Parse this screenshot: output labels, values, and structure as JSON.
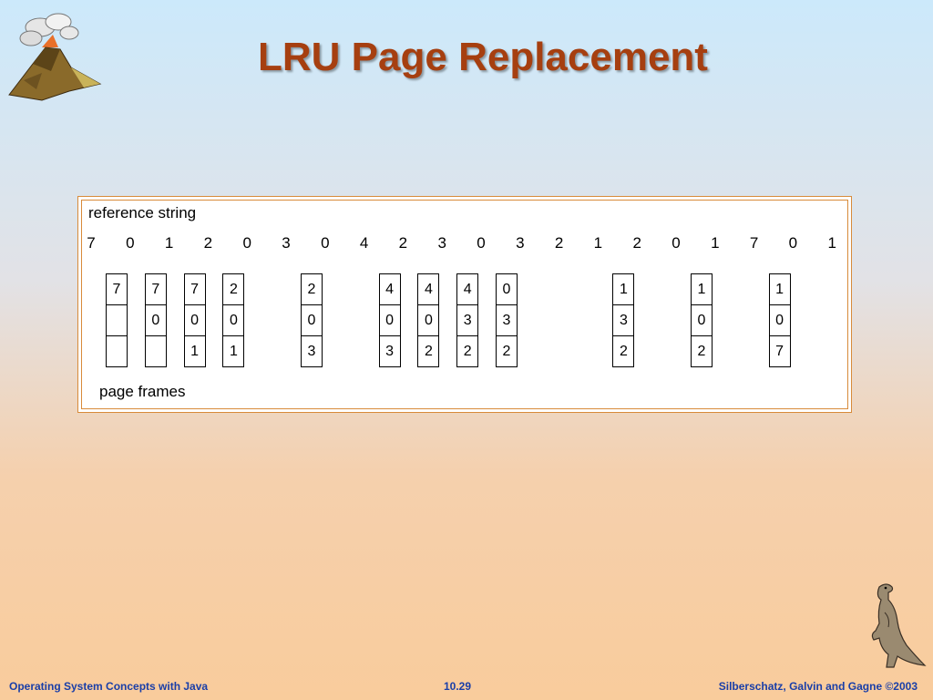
{
  "slide": {
    "title": "LRU Page Replacement"
  },
  "diagram": {
    "reference_label": "reference string",
    "reference_string": [
      "7",
      "0",
      "1",
      "2",
      "0",
      "3",
      "0",
      "4",
      "2",
      "3",
      "0",
      "3",
      "2",
      "1",
      "2",
      "0",
      "1",
      "7",
      "0",
      "1"
    ],
    "frames_label": "page frames",
    "frame_columns": [
      {
        "ref_index": 0,
        "cells": [
          "7",
          "",
          ""
        ]
      },
      {
        "ref_index": 1,
        "cells": [
          "7",
          "0",
          ""
        ]
      },
      {
        "ref_index": 2,
        "cells": [
          "7",
          "0",
          "1"
        ]
      },
      {
        "ref_index": 3,
        "cells": [
          "2",
          "0",
          "1"
        ]
      },
      {
        "ref_index": 5,
        "cells": [
          "2",
          "0",
          "3"
        ]
      },
      {
        "ref_index": 7,
        "cells": [
          "4",
          "0",
          "3"
        ]
      },
      {
        "ref_index": 8,
        "cells": [
          "4",
          "0",
          "2"
        ]
      },
      {
        "ref_index": 9,
        "cells": [
          "4",
          "3",
          "2"
        ]
      },
      {
        "ref_index": 10,
        "cells": [
          "0",
          "3",
          "2"
        ]
      },
      {
        "ref_index": 13,
        "cells": [
          "1",
          "3",
          "2"
        ]
      },
      {
        "ref_index": 15,
        "cells": [
          "1",
          "0",
          "2"
        ]
      },
      {
        "ref_index": 17,
        "cells": [
          "1",
          "0",
          "7"
        ]
      }
    ]
  },
  "footer": {
    "left": "Operating System Concepts with Java",
    "center": "10.29",
    "right": "Silberschatz, Galvin and Gagne ©2003"
  }
}
